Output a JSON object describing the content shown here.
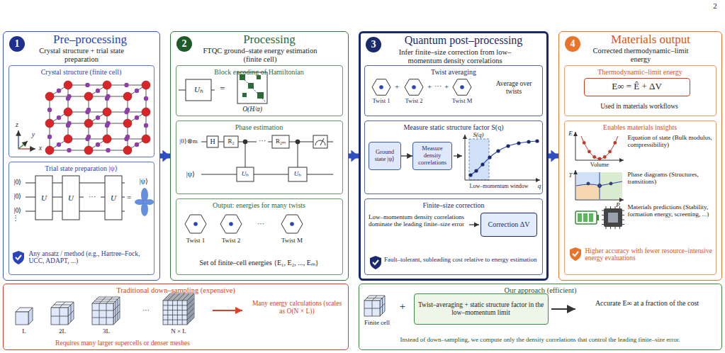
{
  "diagram": {
    "nodes": [
      {
        "text": [
          "1",
          "Pre–processing",
          "Crystal structure + trial state preparation"
        ]
      },
      {
        "text": [
          "Crystal structure (finite cell)"
        ],
        "in": 0
      },
      {
        "text": [
          "Trial state preparation |ψ⟩",
          "Any ansatz / method (e.g., Hartree–Fock, UCC, ADAPT, ...)"
        ],
        "in": 0
      },
      {
        "text": [
          "2",
          "Processing",
          "FTQC ground–state energy estimation (finite cell)"
        ]
      },
      {
        "text": [
          "Block encoding of Hamiltonian"
        ],
        "in": 3
      },
      {
        "text": [
          "Phase estimation"
        ],
        "in": 3
      },
      {
        "text": [
          "Output: energies for many twists",
          "Set of finite–cell energies {E₁, E₂, ..., Eₘ}"
        ],
        "in": 3
      },
      {
        "text": [
          "3",
          "Quantum post–processing",
          "Infer finite–size correction from low–momentum density correlations"
        ]
      },
      {
        "text": [
          "Twist averaging",
          "Average over twists"
        ],
        "in": 7
      },
      {
        "text": [
          "Measure static structure factor S(q)"
        ],
        "in": 7
      },
      {
        "text": [
          "Ground state |ψ⟩"
        ],
        "in": 9
      },
      {
        "text": [
          "Measure density correlations"
        ],
        "in": 9
      },
      {
        "text": [
          "Finite–size correction",
          "Low–momentum density correlations dominate the leading finite–size error",
          "Fault–tolerant, subleading cost relative to energy estimation"
        ],
        "in": 7
      },
      {
        "text": [
          "Correction ΔV"
        ],
        "in": 12
      },
      {
        "text": [
          "4",
          "Materials output",
          "Corrected thermodynamic–limit energy"
        ]
      },
      {
        "text": [
          "Thermodynamic–limit energy",
          "Used in materials workflows"
        ],
        "in": 14
      },
      {
        "text": [
          "E∞ = Ê + ΔV"
        ],
        "in": 15
      },
      {
        "text": [
          "Enables materials insights",
          "Equation of state (Bulk modulus, compressibility)",
          "Phase diagrams (Structures, transitions)",
          "Materials predictions (Stability, formation energy, screening, ...)",
          "Higher accuracy with fewer resource–intensive energy evaluations"
        ],
        "in": 14
      },
      {
        "text": [
          "Traditional down–sampling (expensive)",
          "Many energy calculations (scales as O(N × L))",
          "Requires many larger supercells or denser meshes"
        ]
      },
      {
        "text": [
          "Our approach (efficient)",
          "Finite cell",
          "Accurate E∞ at a fraction of the cost",
          "Instead of down–sampling, we compute only the density correlations that control the leading finite–size error."
        ]
      },
      {
        "text": [
          "Twist–averaging + static structure factor in the low–momentum limit"
        ],
        "in": 19
      }
    ],
    "edges": [
      {
        "from": 0,
        "to": 3,
        "arrow": "to"
      },
      {
        "from": 3,
        "to": 7,
        "arrow": "to"
      },
      {
        "from": 7,
        "to": 14,
        "arrow": "to"
      },
      {
        "from": 10,
        "to": 11,
        "arrow": "to"
      }
    ],
    "labels": [
      "2",
      "z",
      "y",
      "x",
      "|0⟩",
      "|0⟩",
      "|0⟩",
      "⋮",
      "U",
      "U",
      "···",
      "U",
      "=",
      "|ψ⟩",
      "Uₕ",
      "=",
      "O(H/α)",
      "|0⟩⊗m",
      "H",
      "R₂",
      "···",
      "R₂ₘ",
      "|ψ⟩",
      "Uₕ",
      "Uₕ",
      "Twist 1",
      "Twist 2",
      "···",
      "Twist M",
      "+",
      "+",
      "···",
      "+",
      "Twist 1",
      "Twist 2",
      "Twist M",
      "S(q)",
      "q",
      "Low–momentum window",
      "E",
      "Volume",
      "T",
      "P",
      "L",
      "2L",
      "3L",
      "···",
      "N × L",
      "+"
    ]
  }
}
